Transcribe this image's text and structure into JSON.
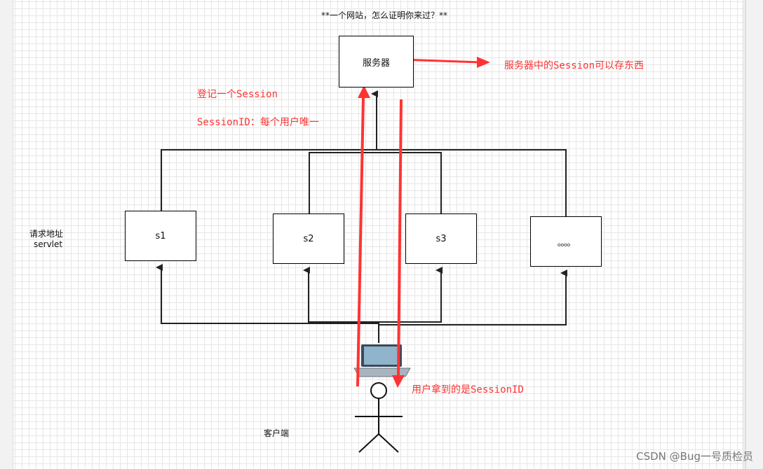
{
  "title": "**一个网站，怎么证明你来过？**",
  "server": {
    "label": "服务器"
  },
  "servlets": [
    {
      "label": "s1"
    },
    {
      "label": "s2"
    },
    {
      "label": "s3"
    },
    {
      "label": "。。。。"
    }
  ],
  "left_label": {
    "line1": "请求地址",
    "line2": "servlet"
  },
  "client_label": "客户端",
  "annotations": {
    "register_session": "登记一个Session",
    "session_id_unique": "SessionID：每个用户唯一",
    "server_session_store": "服务器中的Session可以存东西",
    "user_gets_session_id": "用户拿到的是SessionID"
  },
  "watermark": "CSDN @Bug一号质检员",
  "colors": {
    "red": "#ff3333",
    "line": "#111111"
  }
}
